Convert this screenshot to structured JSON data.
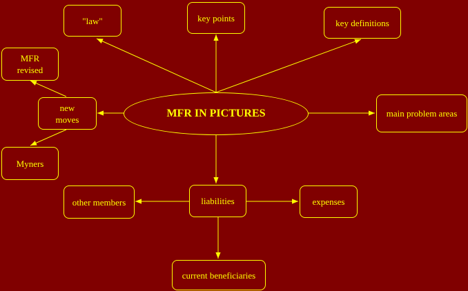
{
  "colors": {
    "background": "#800000",
    "accent": "#ffff00"
  },
  "center": {
    "label": "MFR IN PICTURES"
  },
  "nodes": {
    "law": "\"law\"",
    "key_points": "key points",
    "key_definitions": "key definitions",
    "mfr_revised": "MFR\nrevised",
    "new_moves": "new\nmoves",
    "myners": "Myners",
    "main_problem_areas": "main problem areas",
    "liabilities": "liabilities",
    "other_members": "other members",
    "expenses": "expenses",
    "current_beneficiaries": "current beneficiaries"
  }
}
